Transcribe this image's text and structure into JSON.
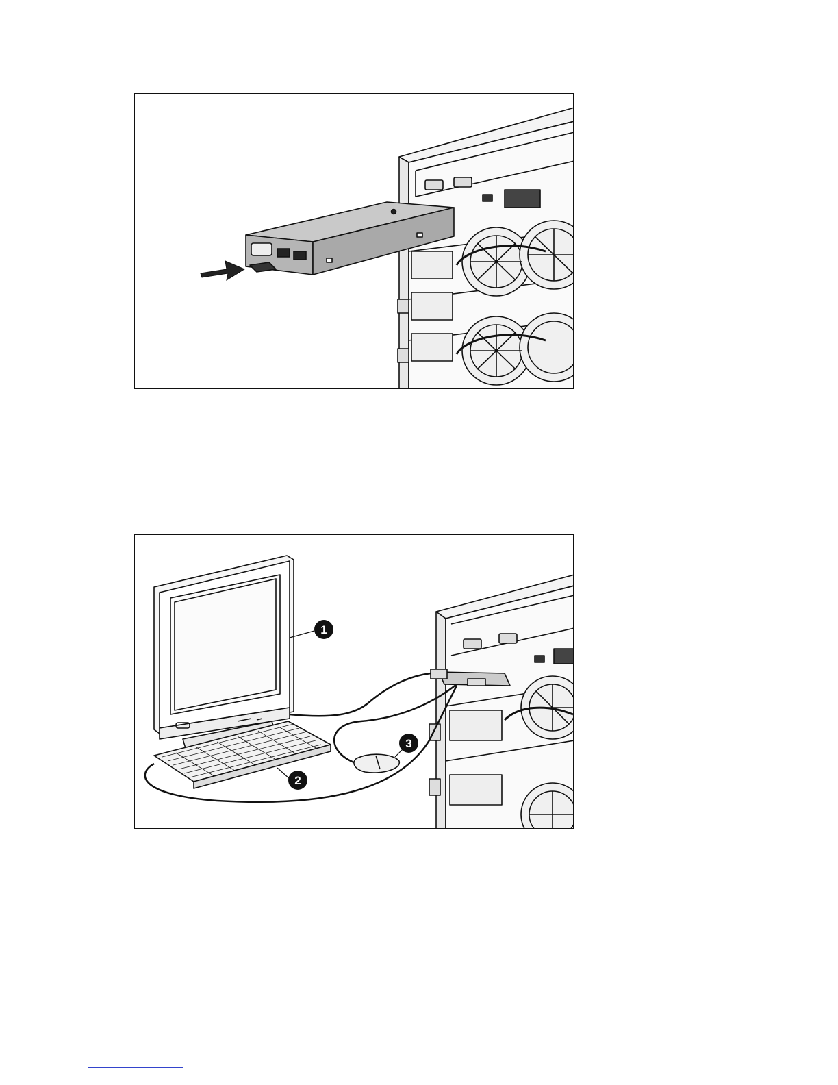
{
  "figures": [
    {
      "callouts": []
    },
    {
      "callouts": [
        {
          "label": "1"
        },
        {
          "label": "2"
        },
        {
          "label": "3"
        }
      ]
    }
  ]
}
